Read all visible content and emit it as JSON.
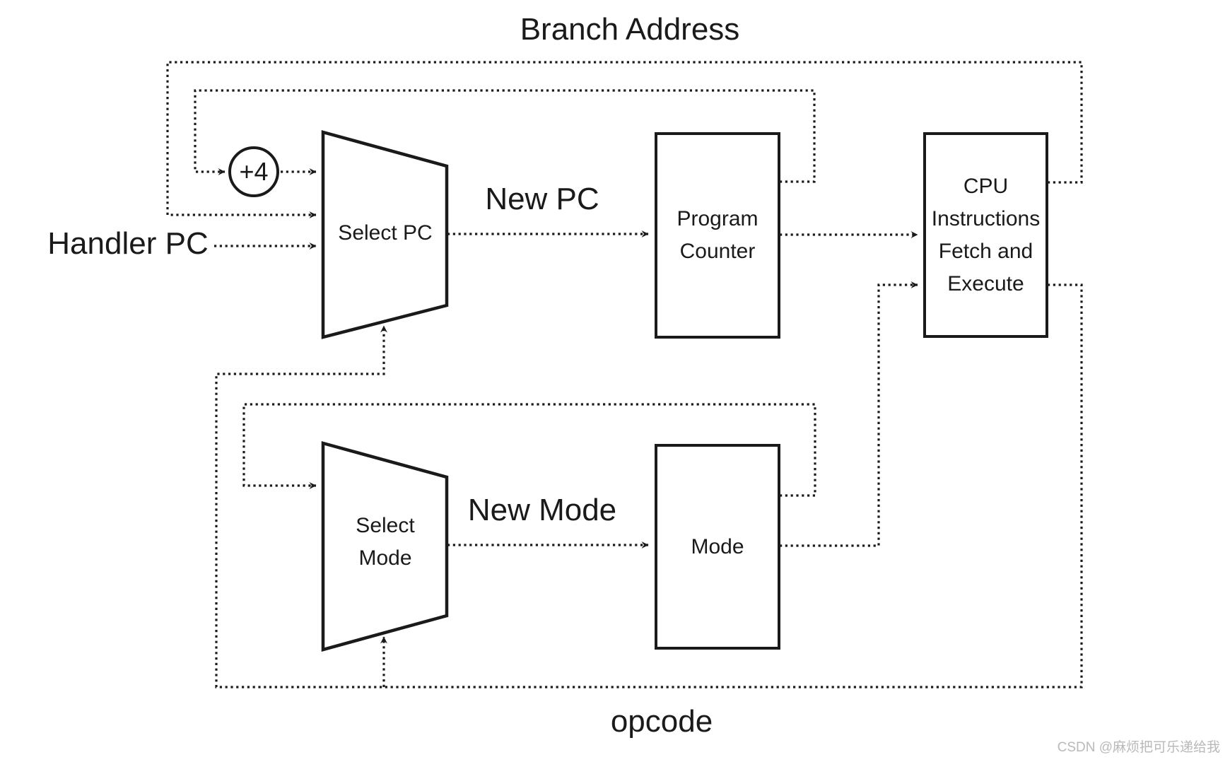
{
  "title": "Branch Address",
  "labels": {
    "branch_address": "Branch Address",
    "new_pc": "New PC",
    "handler_pc": "Handler PC",
    "new_mode": "New Mode",
    "opcode": "opcode"
  },
  "nodes": {
    "plus_four": {
      "label": "+4"
    },
    "select_pc": {
      "label": "Select PC"
    },
    "program_counter": {
      "label": "Program\nCounter"
    },
    "cpu": {
      "label": "CPU\nInstructions\nFetch and\nExecute"
    },
    "select_mode": {
      "label": "Select\nMode"
    },
    "mode": {
      "label": "Mode"
    }
  },
  "connectors": [
    "branch-address-feedback: CPU right -> top rail -> Select PC input",
    "program-counter-feedback: PC right -> rail -> +4 -> Select PC input",
    "handler-pc -> Select PC input",
    "Select PC -> New PC -> Program Counter",
    "Program Counter -> CPU",
    "Select Mode -> New Mode -> Mode",
    "Mode-feedback -> Select Mode input",
    "Mode -> CPU execute input",
    "opcode: CPU right -> bottom rail -> Select PC select / Select Mode select"
  ],
  "watermark": {
    "text": "CSDN @麻烦把可乐递给我",
    "color": "#b9b9b9"
  },
  "colors": {
    "line": "#1a1a1a",
    "text": "#1a1a1a",
    "background": "#ffffff",
    "watermark": "#b9b9b9"
  }
}
